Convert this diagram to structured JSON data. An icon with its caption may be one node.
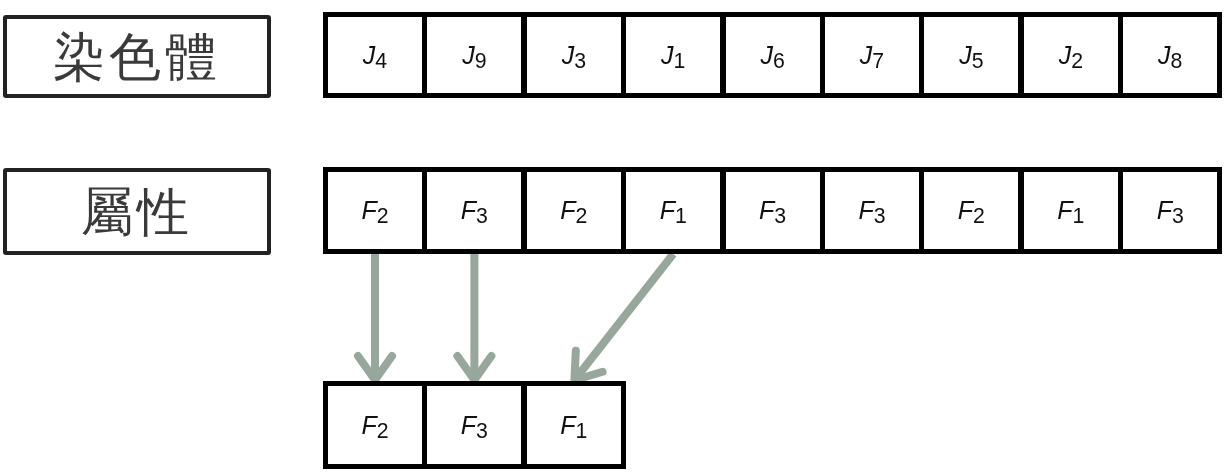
{
  "diagram": {
    "nodes": [
      {
        "text": [
          "染色體"
        ]
      },
      {
        "text": [
          "*J*$_{4}$"
        ]
      },
      {
        "text": [
          "*J*$_{9}$"
        ]
      },
      {
        "text": [
          "*J*$_{3}$"
        ]
      },
      {
        "text": [
          "*J*$_{1}$"
        ]
      },
      {
        "text": [
          "*J*$_{6}$"
        ]
      },
      {
        "text": [
          "*J*$_{7}$"
        ]
      },
      {
        "text": [
          "*J*$_{5}$"
        ]
      },
      {
        "text": [
          "*J*$_{2}$"
        ]
      },
      {
        "text": [
          "*J*$_{8}$"
        ]
      },
      {
        "text": [
          "屬性"
        ]
      },
      {
        "text": [
          "*F*$_{2}$"
        ]
      },
      {
        "text": [
          "*F*$_{3}$"
        ]
      },
      {
        "text": [
          "*F*$_{2}$"
        ]
      },
      {
        "text": [
          "*F*$_{1}$"
        ]
      },
      {
        "text": [
          "*F*$_{3}$"
        ]
      },
      {
        "text": [
          "*F*$_{3}$"
        ]
      },
      {
        "text": [
          "*F*$_{2}$"
        ]
      },
      {
        "text": [
          "*F*$_{1}$"
        ]
      },
      {
        "text": [
          "*F*$_{3}$"
        ]
      },
      {
        "text": [
          "*F*$_{2}$"
        ]
      },
      {
        "text": [
          "*F*$_{3}$"
        ]
      },
      {
        "text": [
          "*F*$_{1}$"
        ]
      }
    ],
    "edges": [
      {
        "from": 11,
        "to": 20,
        "arrow": "to"
      },
      {
        "from": 12,
        "to": 21,
        "arrow": "to"
      },
      {
        "from": 14,
        "to": 22,
        "arrow": "to"
      }
    ]
  }
}
